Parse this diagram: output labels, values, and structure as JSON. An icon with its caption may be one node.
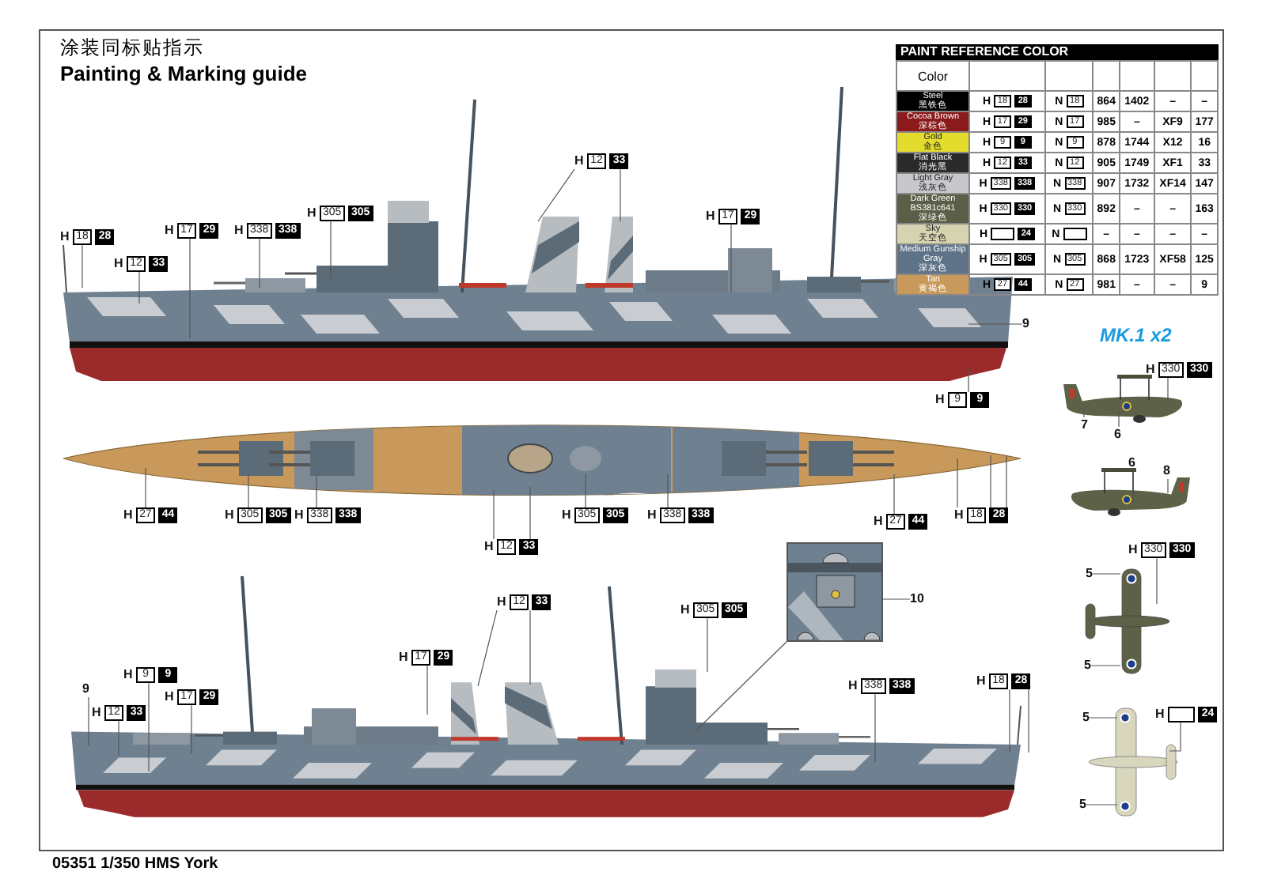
{
  "diagram": {
    "title": "Painting & Marking guide",
    "caption": "05351 1/350 HMS York",
    "nodes": [
      {
        "text": [
          "H 18 28"
        ]
      },
      {
        "text": [
          "H 12 33"
        ]
      },
      {
        "text": [
          "H 17 29"
        ]
      },
      {
        "text": [
          "H 338 338"
        ]
      },
      {
        "text": [
          "H 305 305"
        ]
      },
      {
        "text": [
          "H 12 33"
        ]
      },
      {
        "text": [
          "H 17 29"
        ]
      },
      {
        "text": [
          "9"
        ]
      },
      {
        "text": [
          "H 9 9"
        ]
      },
      {
        "text": [
          "H 27 44"
        ]
      },
      {
        "text": [
          "H 305 305"
        ]
      },
      {
        "text": [
          "H 338 338"
        ]
      },
      {
        "text": [
          "H 12 33"
        ]
      },
      {
        "text": [
          "H 305 305"
        ]
      },
      {
        "text": [
          "H 338 338"
        ]
      },
      {
        "text": [
          "H 27 44"
        ]
      },
      {
        "text": [
          "H 18 28"
        ]
      },
      {
        "text": [
          "H 12 33"
        ]
      },
      {
        "text": [],
        "shape": "picture"
      },
      {
        "text": [
          "10"
        ]
      },
      {
        "text": [
          "H 305 305"
        ]
      },
      {
        "text": [
          "H 17 29"
        ]
      },
      {
        "text": [
          "H 9 9"
        ]
      },
      {
        "text": [
          "9"
        ]
      },
      {
        "text": [
          "H 12 33"
        ]
      },
      {
        "text": [
          "H 17 29"
        ]
      },
      {
        "text": [
          "H 338 338"
        ]
      },
      {
        "text": [
          "H 18 28"
        ]
      },
      {
        "text": [
          "H 330 330"
        ]
      },
      {
        "text": [
          "7"
        ]
      },
      {
        "text": [
          "6"
        ]
      },
      {
        "text": [
          "6"
        ]
      },
      {
        "text": [
          "8"
        ]
      },
      {
        "text": [
          "H 330 330"
        ]
      },
      {
        "text": [
          "5"
        ]
      },
      {
        "text": [
          "5"
        ]
      },
      {
        "text": [
          "5"
        ]
      },
      {
        "text": [
          "H 24"
        ]
      },
      {
        "text": [
          "5"
        ]
      }
    ],
    "edges": [
      {
        "from": 0,
        "to": null,
        "arrow": "none"
      },
      {
        "from": 1,
        "to": null,
        "arrow": "none"
      },
      {
        "from": 2,
        "to": null,
        "arrow": "none"
      },
      {
        "from": 3,
        "to": null,
        "arrow": "none"
      },
      {
        "from": 4,
        "to": null,
        "arrow": "none"
      },
      {
        "from": 5,
        "to": null,
        "arrow": "none"
      },
      {
        "from": 5,
        "to": null,
        "arrow": "none"
      },
      {
        "from": 6,
        "to": null,
        "arrow": "none"
      },
      {
        "from": 7,
        "to": null,
        "arrow": "none"
      },
      {
        "from": 8,
        "to": null,
        "arrow": "none"
      },
      {
        "from": 9,
        "to": null,
        "arrow": "none"
      },
      {
        "from": 10,
        "to": null,
        "arrow": "none"
      },
      {
        "from": 11,
        "to": null,
        "arrow": "none"
      },
      {
        "from": 12,
        "to": null,
        "arrow": "none"
      },
      {
        "from": 12,
        "to": null,
        "arrow": "none"
      },
      {
        "from": 13,
        "to": null,
        "arrow": "none"
      },
      {
        "from": 14,
        "to": null,
        "arrow": "none"
      },
      {
        "from": 15,
        "to": null,
        "arrow": "none"
      },
      {
        "from": 16,
        "to": null,
        "arrow": "none"
      },
      {
        "from": 16,
        "to": null,
        "arrow": "none"
      },
      {
        "from": 16,
        "to": null,
        "arrow": "none"
      },
      {
        "from": 17,
        "to": null,
        "arrow": "none"
      },
      {
        "from": 17,
        "to": null,
        "arrow": "none"
      },
      {
        "from": 18,
        "to": null,
        "arrow": "none"
      },
      {
        "from": 19,
        "to": 18,
        "arrow": "none"
      },
      {
        "from": 20,
        "to": null,
        "arrow": "none"
      },
      {
        "from": 21,
        "to": null,
        "arrow": "none"
      },
      {
        "from": 22,
        "to": null,
        "arrow": "none"
      },
      {
        "from": 23,
        "to": null,
        "arrow": "none"
      },
      {
        "from": 24,
        "to": null,
        "arrow": "none"
      },
      {
        "from": 25,
        "to": null,
        "arrow": "none"
      },
      {
        "from": 26,
        "to": null,
        "arrow": "none"
      },
      {
        "from": 27,
        "to": null,
        "arrow": "none"
      },
      {
        "from": 27,
        "to": null,
        "arrow": "none"
      },
      {
        "from": 28,
        "to": null,
        "arrow": "none"
      },
      {
        "from": 29,
        "to": null,
        "arrow": "none"
      },
      {
        "from": 30,
        "to": null,
        "arrow": "none"
      },
      {
        "from": 31,
        "to": null,
        "arrow": "none"
      },
      {
        "from": 32,
        "to": null,
        "arrow": "none"
      },
      {
        "from": 33,
        "to": null,
        "arrow": "none"
      },
      {
        "from": 34,
        "to": null,
        "arrow": "none"
      },
      {
        "from": 35,
        "to": null,
        "arrow": "none"
      },
      {
        "from": 36,
        "to": null,
        "arrow": "none"
      },
      {
        "from": 37,
        "to": null,
        "arrow": "none"
      },
      {
        "from": 38,
        "to": null,
        "arrow": "none"
      }
    ],
    "labels": [
      "涂装同标贴指示",
      "PAINT REFERENCE COLOR",
      "Color",
      "Steel",
      "黑铁色",
      "H 18 28",
      "N 18",
      "864",
      "1402",
      "–",
      "–",
      "Cocoa Brown",
      "深棕色",
      "H 17 29",
      "N 17",
      "985",
      "–",
      "XF9",
      "177",
      "Gold",
      "金色",
      "H 9 9",
      "N 9",
      "878",
      "1744",
      "X12",
      "16",
      "Flat Black",
      "消光黑",
      "H 12 33",
      "N 12",
      "905",
      "1749",
      "XF1",
      "33",
      "Light Gray",
      "浅灰色",
      "H 338 338",
      "N 338",
      "907",
      "1732",
      "XF14",
      "147",
      "Dark Green BS381c641",
      "深绿色",
      "H 330 330",
      "N 330",
      "892",
      "–",
      "–",
      "163",
      "Sky",
      "天空色",
      "H 24",
      "N",
      "–",
      "–",
      "–",
      "–",
      "Medium Gunship Gray",
      "深灰色",
      "H 305 305",
      "N 305",
      "868",
      "1723",
      "XF58",
      "125",
      "Tan",
      "黄褐色",
      "H 27 44",
      "N 27",
      "981",
      "–",
      "–",
      "9",
      "MK.1 x2"
    ]
  }
}
